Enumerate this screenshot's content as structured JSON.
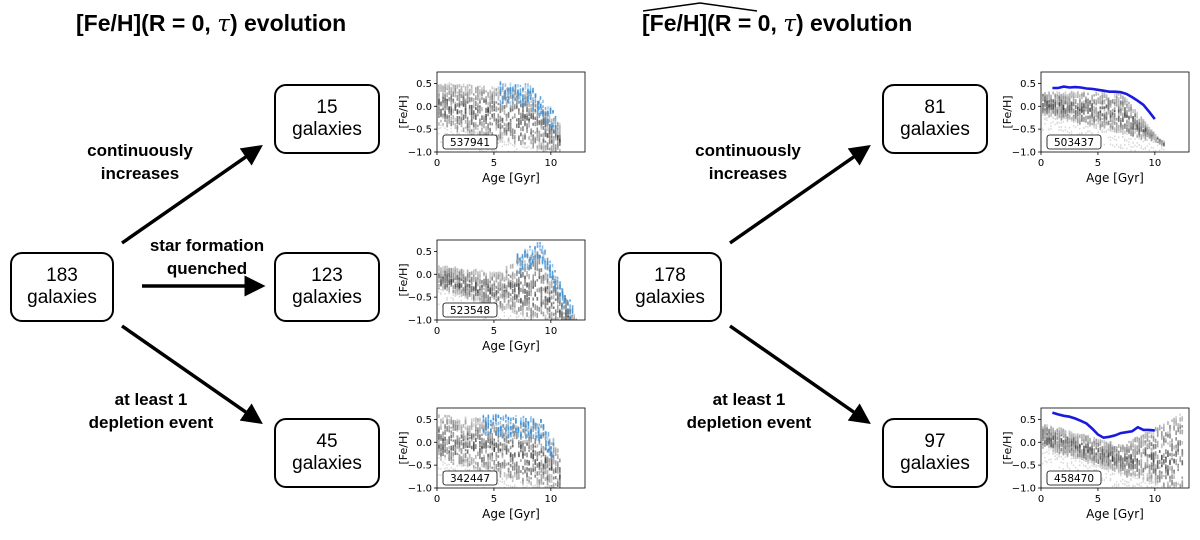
{
  "left": {
    "title": {
      "pre": "[Fe/H](R = 0, ",
      "tau": "τ",
      "post": ") evolution"
    },
    "root": {
      "count": "183",
      "unit": "galaxies"
    },
    "branches": [
      {
        "label_lines": [
          "continuously",
          "increases"
        ],
        "count": "15",
        "unit": "galaxies",
        "panel_id": "537941"
      },
      {
        "label_lines": [
          "star formation",
          "quenched"
        ],
        "count": "123",
        "unit": "galaxies",
        "panel_id": "523548"
      },
      {
        "label_lines": [
          "at least 1",
          "depletion event"
        ],
        "count": "45",
        "unit": "galaxies",
        "panel_id": "342447"
      }
    ]
  },
  "right": {
    "title": {
      "hat": "[Fe/H]",
      "pre": "(R = 0, ",
      "tau": "τ",
      "post": ") evolution"
    },
    "root": {
      "count": "178",
      "unit": "galaxies"
    },
    "branches": [
      {
        "label_lines": [
          "continuously",
          "increases"
        ],
        "count": "81",
        "unit": "galaxies",
        "panel_id": "503437"
      },
      {
        "label_lines": [
          "at least 1",
          "depletion event"
        ],
        "count": "97",
        "unit": "galaxies",
        "panel_id": "458470"
      }
    ]
  },
  "panel_axes": {
    "xlabel": "Age [Gyr]",
    "ylabel": "[Fe/H]",
    "xticks": [
      "0",
      "5",
      "10"
    ],
    "yticks": [
      "0.5",
      "0.0",
      "-0.5",
      "-1.0"
    ],
    "xlim": [
      0,
      13
    ],
    "ylim": [
      -1.0,
      0.75
    ]
  },
  "chart_data": [
    {
      "type": "heatmap",
      "id": "537941",
      "xlabel": "Age [Gyr]",
      "ylabel": "[Fe/H]",
      "xlim": [
        0,
        13
      ],
      "ylim": [
        -1.0,
        0.75
      ],
      "highlight_color": "#3a8fd6"
    },
    {
      "type": "heatmap",
      "id": "523548",
      "xlabel": "Age [Gyr]",
      "ylabel": "[Fe/H]",
      "xlim": [
        0,
        13
      ],
      "ylim": [
        -1.0,
        0.75
      ],
      "highlight_color": "#3a8fd6"
    },
    {
      "type": "heatmap",
      "id": "342447",
      "xlabel": "Age [Gyr]",
      "ylabel": "[Fe/H]",
      "xlim": [
        0,
        13
      ],
      "ylim": [
        -1.0,
        0.75
      ],
      "highlight_color": "#3a8fd6"
    },
    {
      "type": "line",
      "id": "503437",
      "xlabel": "Age [Gyr]",
      "ylabel": "[Fe/H]",
      "xlim": [
        0,
        13
      ],
      "ylim": [
        -1.0,
        0.75
      ],
      "line_color": "#1a1adf",
      "x": [
        1,
        1.5,
        2,
        2.5,
        3,
        3.5,
        4,
        4.5,
        5,
        5.5,
        6,
        6.5,
        7,
        7.5,
        8,
        8.5,
        9,
        9.5,
        10
      ],
      "y": [
        0.4,
        0.4,
        0.43,
        0.41,
        0.42,
        0.41,
        0.39,
        0.38,
        0.36,
        0.34,
        0.32,
        0.32,
        0.31,
        0.27,
        0.2,
        0.12,
        0.03,
        -0.12,
        -0.28
      ]
    },
    {
      "type": "line",
      "id": "458470",
      "xlabel": "Age [Gyr]",
      "ylabel": "[Fe/H]",
      "xlim": [
        0,
        13
      ],
      "ylim": [
        -1.0,
        0.75
      ],
      "line_color": "#1a1adf",
      "x": [
        1,
        1.5,
        2,
        2.5,
        3,
        3.5,
        4,
        4.5,
        5,
        5.5,
        6,
        6.5,
        7,
        7.5,
        8,
        8.5,
        9,
        9.5,
        10
      ],
      "y": [
        0.65,
        0.61,
        0.58,
        0.56,
        0.52,
        0.47,
        0.41,
        0.3,
        0.17,
        0.1,
        0.12,
        0.15,
        0.2,
        0.22,
        0.24,
        0.33,
        0.27,
        0.27,
        0.26
      ]
    }
  ]
}
